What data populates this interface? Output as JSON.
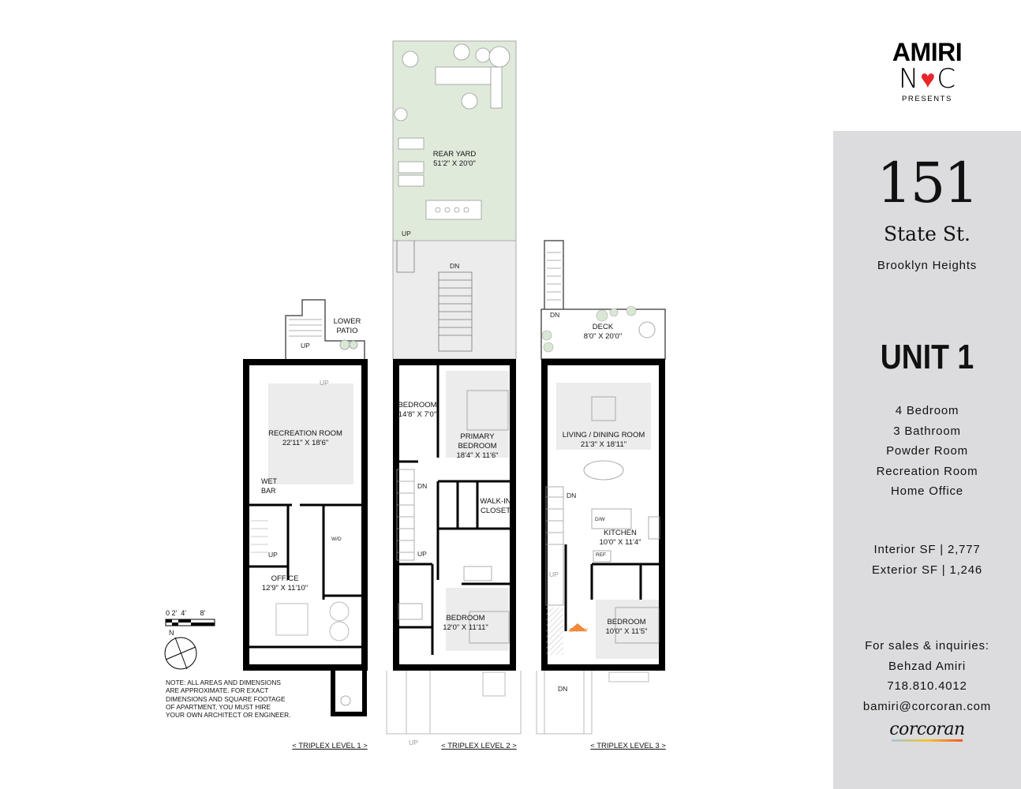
{
  "branding": {
    "logo_line1": "AMIRI",
    "logo_line2_left": "N",
    "logo_line2_right": "C",
    "logo_presents": "PRESENTS",
    "heart_color": "#e8262b",
    "broker_logo": "corcoran"
  },
  "listing": {
    "number": "151",
    "street": "State St.",
    "neighborhood": "Brooklyn Heights",
    "unit": "UNIT 1",
    "features": [
      "4 Bedroom",
      "3 Bathroom",
      "Powder Room",
      "Recreation Room",
      "Home Office"
    ],
    "interior_sf": "Interior SF | 2,777",
    "exterior_sf": "Exterior SF | 1,246",
    "contact_heading": "For sales & inquiries:",
    "agent_name": "Behzad Amiri",
    "phone": "718.810.4012",
    "email": "bamiri@corcoran.com",
    "panel_color": "#dcdcde"
  },
  "level1": {
    "title": "< TRIPLEX LEVEL 1 >",
    "rooms": [
      {
        "name": "LOWER",
        "name2": "PATIO"
      },
      {
        "name": "RECREATION ROOM",
        "dims": "22'11\" X 18'6\""
      },
      {
        "name": "WET",
        "name2": "BAR"
      },
      {
        "name": "OFFICE",
        "dims": "12'9\" X 11'10\""
      }
    ],
    "marks": [
      "UP",
      "UP",
      "UP",
      "W/D"
    ]
  },
  "level2": {
    "title": "< TRIPLEX LEVEL 2 >",
    "rooms": [
      {
        "name": "REAR YARD",
        "dims": "51'2\" X 20'0\""
      },
      {
        "name": "BEDROOM",
        "dims": "14'8\" X 7'0\""
      },
      {
        "name": "PRIMARY",
        "name2": "BEDROOM",
        "dims": "18'4\" X 11'6\""
      },
      {
        "name": "WALK-IN",
        "name2": "CLOSET"
      },
      {
        "name": "BEDROOM",
        "dims": "12'0\" X 11'11\""
      }
    ],
    "marks": [
      "UP",
      "DN",
      "DN",
      "UP",
      "UP"
    ],
    "yard_color": "#dfeadb"
  },
  "level3": {
    "title": "< TRIPLEX LEVEL 3 >",
    "rooms": [
      {
        "name": "DECK",
        "dims": "8'0\" X 20'0\""
      },
      {
        "name": "LIVING / DINING ROOM",
        "dims": "21'3\" X 18'11\""
      },
      {
        "name": "KITCHEN",
        "dims": "10'0\" X 11'4\""
      },
      {
        "name": "BEDROOM",
        "dims": "10'0\" X 11'5\""
      }
    ],
    "marks": [
      "DN",
      "DN",
      "UP",
      "DN",
      "D/W",
      "REF",
      "ENTRY"
    ],
    "entry_color": "#f08a3c"
  },
  "scale_bar": {
    "labels": [
      "0",
      "2'",
      "4'",
      "8'"
    ],
    "north": "N"
  },
  "note": [
    "NOTE: ALL AREAS AND DIMENSIONS",
    "ARE APPROXIMATE. FOR EXACT",
    "DIMENSIONS AND SQUARE FOOTAGE",
    "OF APARTMENT, YOU MUST HIRE",
    "YOUR OWN ARCHITECT OR ENGINEER."
  ]
}
